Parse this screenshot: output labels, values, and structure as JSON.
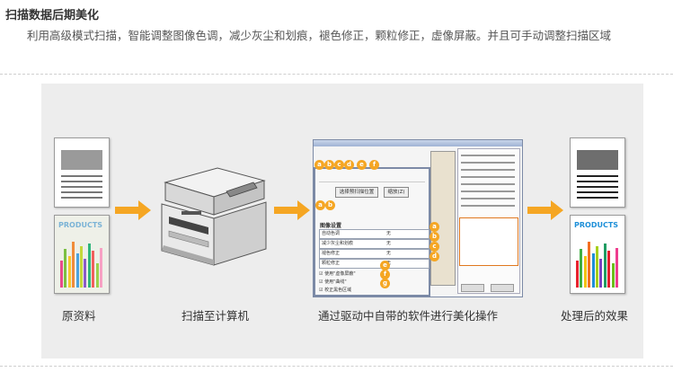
{
  "section": {
    "title": "扫描数据后期美化",
    "description": "利用高级模式扫描，智能调整图像色调，减少灰尘和划痕，褪色修正，颗粒修正，虚像屏蔽。并且可手动调整扫描区域"
  },
  "steps": [
    {
      "caption": "原资料"
    },
    {
      "caption": "扫描至计算机"
    },
    {
      "caption": "通过驱动中自带的软件进行美化操作"
    },
    {
      "caption": "处理后的效果"
    }
  ],
  "document": {
    "products_label": "PRODUCTS"
  },
  "software": {
    "badges_top": [
      "a",
      "b",
      "c",
      "d",
      "e",
      "f"
    ],
    "badges_side": [
      "a",
      "b"
    ],
    "badges_rows": [
      "a",
      "b",
      "c",
      "d"
    ],
    "badges_checks": [
      "e",
      "f",
      "g"
    ],
    "button_select": "选择预扫描位置",
    "button_zoom": "缩放(Z)",
    "section_title": "图像设置",
    "settings": [
      {
        "label": "自动色调",
        "value": "无"
      },
      {
        "label": "减少灰尘和划痕",
        "value": "无"
      },
      {
        "label": "褪色修正",
        "value": "无"
      },
      {
        "label": "颗粒修正",
        "value": "无"
      }
    ],
    "checks": [
      {
        "label": "使用\"虚像屏蔽\""
      },
      {
        "label": "使用\"曲线\""
      },
      {
        "label": "校正黑色区域"
      }
    ]
  },
  "colors": {
    "accent": "#f5a623",
    "panel": "#ededed",
    "bars_original": [
      "#e84b8a",
      "#7bc043",
      "#f7c82b",
      "#f08c3a",
      "#4aa3df",
      "#c4d93b",
      "#8a5cc6",
      "#2fb67c",
      "#f25f5c",
      "#9bd14b",
      "#f7a1c4"
    ],
    "bars_processed": [
      "#e8242f",
      "#3fb043",
      "#f4c20d",
      "#f36f21",
      "#1d8fd8",
      "#a7cf1b",
      "#7b3fc4",
      "#1f9c62",
      "#e5202e",
      "#6bbf1c",
      "#ee3d8e"
    ]
  }
}
